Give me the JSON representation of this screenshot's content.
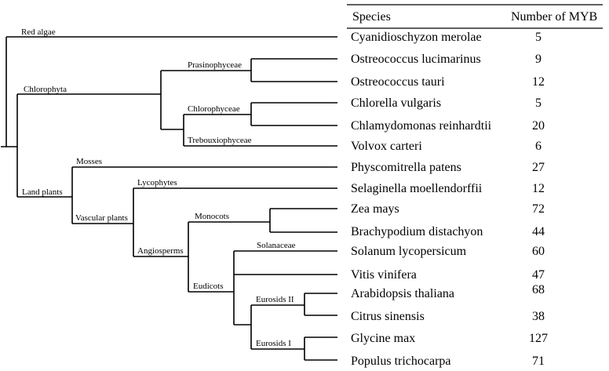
{
  "header": {
    "species_label": "Species",
    "count_label": "Number of MYB"
  },
  "clades": {
    "red_algae": "Red algae",
    "chlorophyta": "Chlorophyta",
    "prasinophyceae": "Prasinophyceae",
    "chlorophyceae": "Chlorophyceae",
    "trebouxiophyceae": "Trebouxiophyceae",
    "land_plants": "Land plants",
    "mosses": "Mosses",
    "vascular_plants": "Vascular plants",
    "lycophytes": "Lycophytes",
    "angiosperms": "Angiosperms",
    "monocots": "Monocots",
    "eudicots": "Eudicots",
    "solanaceae": "Solanaceae",
    "eurosids_ii": "Eurosids II",
    "eurosids_i": "Eurosids I"
  },
  "species": [
    {
      "name": "Cyanidioschyzon merolae",
      "count": "5"
    },
    {
      "name": "Ostreococcus lucimarinus",
      "count": "9"
    },
    {
      "name": "Ostreococcus tauri",
      "count": "12"
    },
    {
      "name": "Chlorella vulgaris",
      "count": "5"
    },
    {
      "name": "Chlamydomonas reinhardtii",
      "count": "20"
    },
    {
      "name": "Volvox carteri",
      "count": "6"
    },
    {
      "name": "Physcomitrella patens",
      "count": "27"
    },
    {
      "name": "Selaginella moellendorffii",
      "count": "12"
    },
    {
      "name": "Zea mays",
      "count": "72"
    },
    {
      "name": "Brachypodium distachyon",
      "count": "44"
    },
    {
      "name": "Solanum lycopersicum",
      "count": "60"
    },
    {
      "name": "Vitis vinifera",
      "count": "47"
    },
    {
      "name": "Arabidopsis thaliana",
      "count": "68"
    },
    {
      "name": "Citrus sinensis",
      "count": "38"
    },
    {
      "name": "Glycine max",
      "count": "127"
    },
    {
      "name": "Populus trichocarpa",
      "count": "71"
    }
  ]
}
